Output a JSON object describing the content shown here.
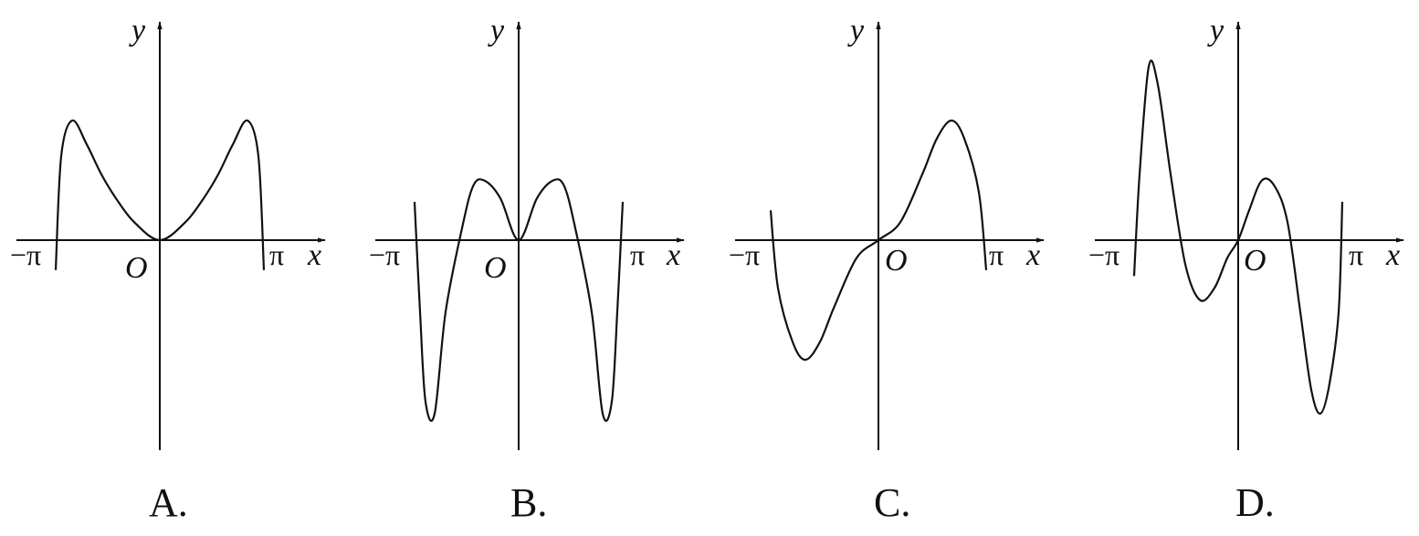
{
  "panels": [
    {
      "option": "A.",
      "x_label": "x",
      "y_label": "y",
      "origin_label": "O",
      "neg_pi_label": "−π",
      "pos_pi_label": "π",
      "curve_points": [
        [
          -2.85,
          -0.25
        ],
        [
          -2.7,
          0.7
        ],
        [
          -2.4,
          1.0
        ],
        [
          -2.0,
          0.8
        ],
        [
          -1.6,
          0.55
        ],
        [
          -1.2,
          0.35
        ],
        [
          -0.7,
          0.15
        ],
        [
          0,
          0
        ],
        [
          0.7,
          0.15
        ],
        [
          1.2,
          0.35
        ],
        [
          1.6,
          0.55
        ],
        [
          2.0,
          0.8
        ],
        [
          2.4,
          1.0
        ],
        [
          2.7,
          0.7
        ],
        [
          2.85,
          -0.25
        ]
      ]
    },
    {
      "option": "B.",
      "x_label": "x",
      "y_label": "y",
      "origin_label": "O",
      "neg_pi_label": "−π",
      "pos_pi_label": "π",
      "curve_points": [
        [
          -2.85,
          0.32
        ],
        [
          -2.7,
          -0.6
        ],
        [
          -2.55,
          -1.35
        ],
        [
          -2.3,
          -1.45
        ],
        [
          -2.0,
          -0.6
        ],
        [
          -1.55,
          0.1
        ],
        [
          -1.25,
          0.45
        ],
        [
          -0.95,
          0.5
        ],
        [
          -0.5,
          0.35
        ],
        [
          0,
          0
        ],
        [
          0.5,
          0.35
        ],
        [
          0.95,
          0.5
        ],
        [
          1.25,
          0.45
        ],
        [
          1.55,
          0.1
        ],
        [
          2.0,
          -0.6
        ],
        [
          2.3,
          -1.45
        ],
        [
          2.55,
          -1.35
        ],
        [
          2.7,
          -0.6
        ],
        [
          2.85,
          0.32
        ]
      ]
    },
    {
      "option": "C.",
      "x_label": "x",
      "y_label": "y",
      "origin_label": "O",
      "neg_pi_label": "−π",
      "pos_pi_label": "π",
      "curve_points": [
        [
          -2.95,
          0.25
        ],
        [
          -2.75,
          -0.4
        ],
        [
          -2.35,
          -0.85
        ],
        [
          -2.0,
          -1.0
        ],
        [
          -1.6,
          -0.85
        ],
        [
          -1.2,
          -0.55
        ],
        [
          -0.6,
          -0.15
        ],
        [
          0,
          0
        ],
        [
          0.6,
          0.15
        ],
        [
          1.2,
          0.55
        ],
        [
          1.6,
          0.85
        ],
        [
          2.0,
          1.0
        ],
        [
          2.35,
          0.85
        ],
        [
          2.75,
          0.4
        ],
        [
          2.95,
          -0.25
        ]
      ]
    },
    {
      "option": "D.",
      "x_label": "x",
      "y_label": "y",
      "origin_label": "O",
      "neg_pi_label": "−π",
      "pos_pi_label": "π",
      "curve_points": [
        [
          -2.85,
          -0.3
        ],
        [
          -2.7,
          0.55
        ],
        [
          -2.45,
          1.45
        ],
        [
          -2.2,
          1.3
        ],
        [
          -1.85,
          0.55
        ],
        [
          -1.45,
          -0.2
        ],
        [
          -1.05,
          -0.5
        ],
        [
          -0.65,
          -0.4
        ],
        [
          -0.3,
          -0.15
        ],
        [
          0,
          0
        ],
        [
          0.3,
          0.25
        ],
        [
          0.65,
          0.5
        ],
        [
          1.0,
          0.45
        ],
        [
          1.35,
          0.15
        ],
        [
          1.7,
          -0.6
        ],
        [
          2.0,
          -1.25
        ],
        [
          2.25,
          -1.45
        ],
        [
          2.5,
          -1.2
        ],
        [
          2.75,
          -0.6
        ],
        [
          2.85,
          0.32
        ]
      ]
    }
  ]
}
